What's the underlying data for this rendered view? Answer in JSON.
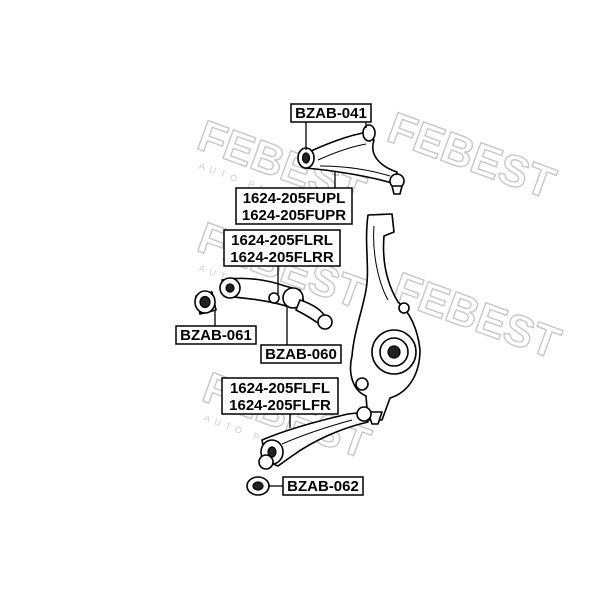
{
  "watermark": {
    "brand": "FEBEST",
    "tagline": "AUTO PARTS"
  },
  "labels": {
    "bzab041": "BZAB-041",
    "upper_arm": [
      "1624-205FUPL",
      "1624-205FUPR"
    ],
    "lower_rear_arm": [
      "1624-205FLRL",
      "1624-205FLRR"
    ],
    "bzab061": "BZAB-061",
    "bzab060": "BZAB-060",
    "lower_front_arm": [
      "1624-205FLFL",
      "1624-205FLFR"
    ],
    "bzab062": "BZAB-062"
  }
}
